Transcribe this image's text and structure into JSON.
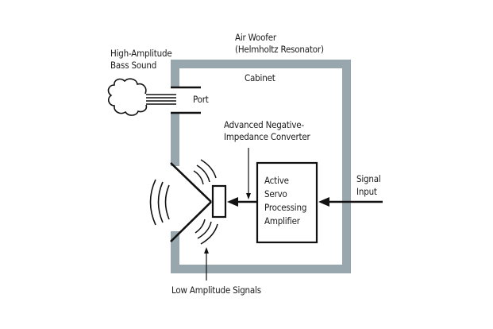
{
  "diagram": {
    "title_line1": "Air Woofer",
    "title_line2": "(Helmholtz Resonator)",
    "bass_line1": "High-Amplitude",
    "bass_line2": "Bass Sound",
    "cabinet": "Cabinet",
    "port": "Port",
    "anic_line1": "Advanced Negative-",
    "anic_line2": "Impedance Converter",
    "amp_line1": "Active",
    "amp_line2": "Servo",
    "amp_line3": "Processing",
    "amp_line4": "Amplifier",
    "signal_line1": "Signal",
    "signal_line2": "Input",
    "low_amp": "Low Amplitude Signals",
    "colors": {
      "frame": "#98a6ae",
      "ink": "#111111",
      "background": "#ffffff"
    }
  }
}
